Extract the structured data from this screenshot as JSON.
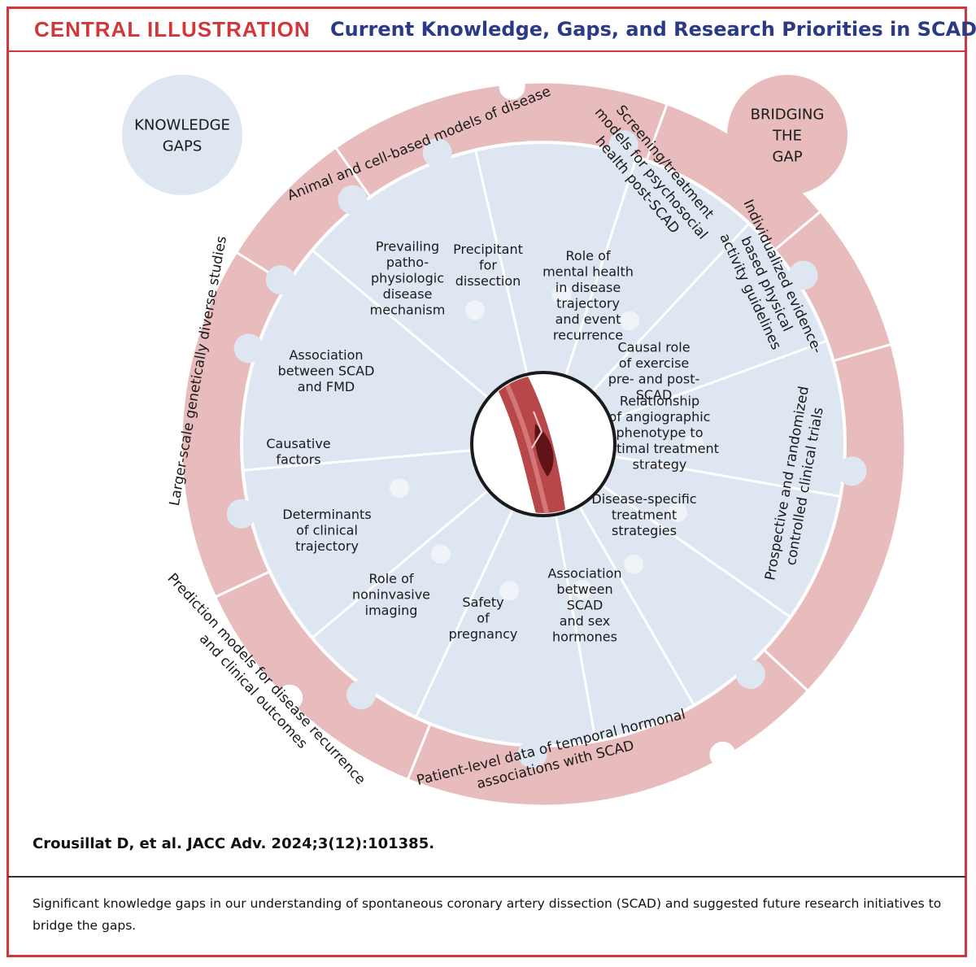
{
  "header": {
    "central_label": "CENTRAL ILLUSTRATION",
    "title": "Current Knowledge, Gaps, and Research Priorities in SCAD"
  },
  "legend": {
    "knowledge_gaps": [
      "KNOWLEDGE",
      "GAPS"
    ],
    "bridging_the_gap": [
      "BRIDGING",
      "THE",
      "GAP"
    ]
  },
  "inner_pieces": [
    {
      "lines": [
        "Prevailing",
        "patho-",
        "physiologic",
        "disease",
        "mechanism"
      ]
    },
    {
      "lines": [
        "Precipitant",
        "for",
        "dissection"
      ]
    },
    {
      "lines": [
        "Role of",
        "mental health",
        "in disease",
        "trajectory",
        "and event",
        "recurrence"
      ]
    },
    {
      "lines": [
        "Causal role",
        "of exercise",
        "pre- and post-",
        "SCAD"
      ]
    },
    {
      "lines": [
        "Relationship",
        "of angiographic",
        "phenotype to",
        "optimal treatment",
        "strategy"
      ]
    },
    {
      "lines": [
        "Disease-specific",
        "treatment",
        "strategies"
      ]
    },
    {
      "lines": [
        "Association",
        "between",
        "SCAD",
        "and sex",
        "hormones"
      ]
    },
    {
      "lines": [
        "Safety",
        "of",
        "pregnancy"
      ]
    },
    {
      "lines": [
        "Role of",
        "noninvasive",
        "imaging"
      ]
    },
    {
      "lines": [
        "Determinants",
        "of clinical",
        "trajectory"
      ]
    },
    {
      "lines": [
        "Causative",
        "factors"
      ]
    },
    {
      "lines": [
        "Association",
        "between SCAD",
        "and FMD"
      ]
    }
  ],
  "outer_segments": [
    {
      "lines": [
        "Animal and cell-based models of disease"
      ]
    },
    {
      "lines": [
        "Screening/treatment",
        "models for psychosocial",
        "health post-SCAD"
      ]
    },
    {
      "lines": [
        "Individualized evidence-",
        "based physical",
        "activity guidelines"
      ]
    },
    {
      "lines": [
        "Prospective and randomized",
        "controlled clinical trials"
      ]
    },
    {
      "lines": [
        "Patient-level data of temporal hormonal",
        "associations with SCAD"
      ]
    },
    {
      "lines": [
        "Prediction models for disease recurrence",
        "and clinical outcomes"
      ]
    },
    {
      "lines": [
        "Larger-scale genetically diverse studies"
      ]
    }
  ],
  "colors": {
    "accent_red": "#d2363b",
    "title_navy": "#2a3a87",
    "outer_ring": "#e8bcbc",
    "inner_ring": "#dde6f1",
    "divider": "#ffffff",
    "artery": "#b8474a"
  },
  "icons": {
    "center": "artery-dissection-icon",
    "knobs": "puzzle-knob-icon"
  },
  "citation": "Crousillat D, et al. JACC Adv. 2024;3(12):101385.",
  "caption": "Significant knowledge gaps in our understanding of spontaneous coronary artery dissection (SCAD) and suggested future research initiatives to bridge the gaps."
}
